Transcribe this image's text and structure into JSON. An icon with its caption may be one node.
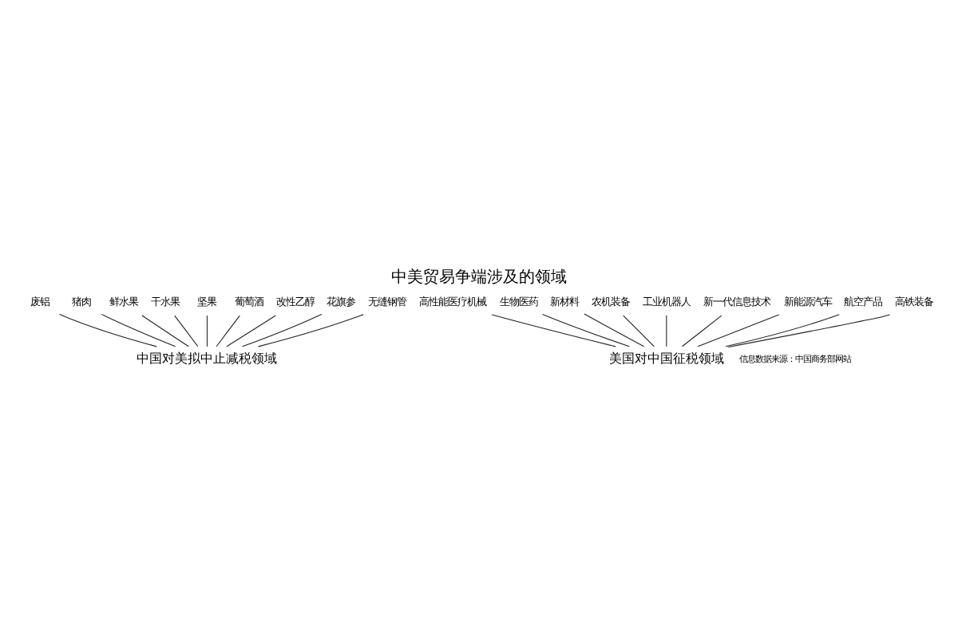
{
  "diagram": {
    "title": "中美贸易争端涉及的领域",
    "nodes": [
      {
        "text": [
          "中国对美拟中止减税领域"
        ]
      },
      {
        "text": [
          "废铝"
        ]
      },
      {
        "text": [
          "猪肉"
        ]
      },
      {
        "text": [
          "鲜水果"
        ]
      },
      {
        "text": [
          "干水果"
        ]
      },
      {
        "text": [
          "坚果"
        ]
      },
      {
        "text": [
          "葡萄酒"
        ]
      },
      {
        "text": [
          "改性乙醇"
        ]
      },
      {
        "text": [
          "花旗参"
        ]
      },
      {
        "text": [
          "无缝钢管"
        ]
      },
      {
        "text": [
          "美国对中国征税领域"
        ]
      },
      {
        "text": [
          "高性能医疗机械"
        ]
      },
      {
        "text": [
          "生物医药"
        ]
      },
      {
        "text": [
          "新材料"
        ]
      },
      {
        "text": [
          "农机装备"
        ]
      },
      {
        "text": [
          "工业机器人"
        ]
      },
      {
        "text": [
          "新一代信息技术"
        ]
      },
      {
        "text": [
          "新能源汽车"
        ]
      },
      {
        "text": [
          "航空产品"
        ]
      },
      {
        "text": [
          "高铁装备"
        ]
      }
    ],
    "edges": [
      {
        "from": 0,
        "to": 1,
        "arrow": "none"
      },
      {
        "from": 0,
        "to": 2,
        "arrow": "none"
      },
      {
        "from": 0,
        "to": 3,
        "arrow": "none"
      },
      {
        "from": 0,
        "to": 4,
        "arrow": "none"
      },
      {
        "from": 0,
        "to": 5,
        "arrow": "none"
      },
      {
        "from": 0,
        "to": 6,
        "arrow": "none"
      },
      {
        "from": 0,
        "to": 7,
        "arrow": "none"
      },
      {
        "from": 0,
        "to": 8,
        "arrow": "none"
      },
      {
        "from": 0,
        "to": 9,
        "arrow": "none"
      },
      {
        "from": 10,
        "to": 11,
        "arrow": "none"
      },
      {
        "from": 10,
        "to": 12,
        "arrow": "none"
      },
      {
        "from": 10,
        "to": 13,
        "arrow": "none"
      },
      {
        "from": 10,
        "to": 14,
        "arrow": "none"
      },
      {
        "from": 10,
        "to": 15,
        "arrow": "none"
      },
      {
        "from": 10,
        "to": 16,
        "arrow": "none"
      },
      {
        "from": 10,
        "to": 17,
        "arrow": "none"
      },
      {
        "from": 10,
        "to": 18,
        "arrow": "none"
      },
      {
        "from": 10,
        "to": 19,
        "arrow": "none"
      }
    ],
    "labels": [
      "信息数据来源：中国商务部网站"
    ]
  }
}
